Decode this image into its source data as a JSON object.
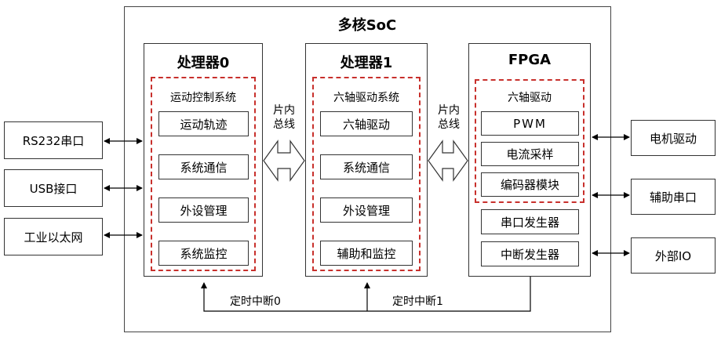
{
  "soc": {
    "title": "多核SoC",
    "proc0": {
      "title": "处理器0",
      "group": "运动控制系统",
      "items": [
        "运动轨迹",
        "系统通信",
        "外设管理",
        "系统监控"
      ]
    },
    "proc1": {
      "title": "处理器1",
      "group": "六轴驱动系统",
      "items": [
        "六轴驱动",
        "系统通信",
        "外设管理",
        "辅助和监控"
      ]
    },
    "fpga": {
      "title": "FPGA",
      "group": "六轴驱动",
      "items": [
        "PWM",
        "电流采样",
        "编码器模块"
      ],
      "extra": [
        "串口发生器",
        "中断发生器"
      ]
    },
    "bus_left": [
      "片内",
      "总线"
    ],
    "bus_right": [
      "片内",
      "总线"
    ],
    "timer0": "定时中断0",
    "timer1": "定时中断1"
  },
  "left_ports": [
    "RS232串口",
    "USB接口",
    "工业以太网"
  ],
  "right_ports": [
    "电机驱动",
    "辅助串口",
    "外部IO"
  ]
}
